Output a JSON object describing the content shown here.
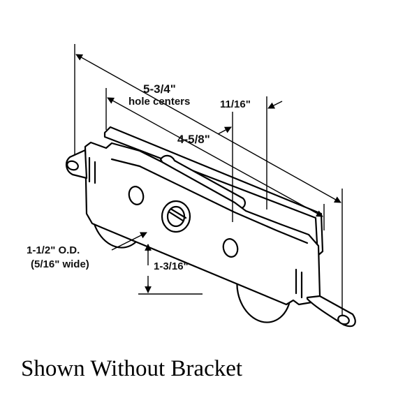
{
  "dimensions": {
    "overall_length": "5-3/4\"",
    "overall_length_note": "hole centers",
    "body_length": "4-5/8\"",
    "wheel_offset": "11/16\"",
    "wheel_diameter": "1-1/2\" O.D.",
    "wheel_width": "(5/16\" wide)",
    "height": "1-3/16\""
  },
  "caption": "Shown Without Bracket",
  "colors": {
    "line": "#000000",
    "background": "#ffffff"
  }
}
